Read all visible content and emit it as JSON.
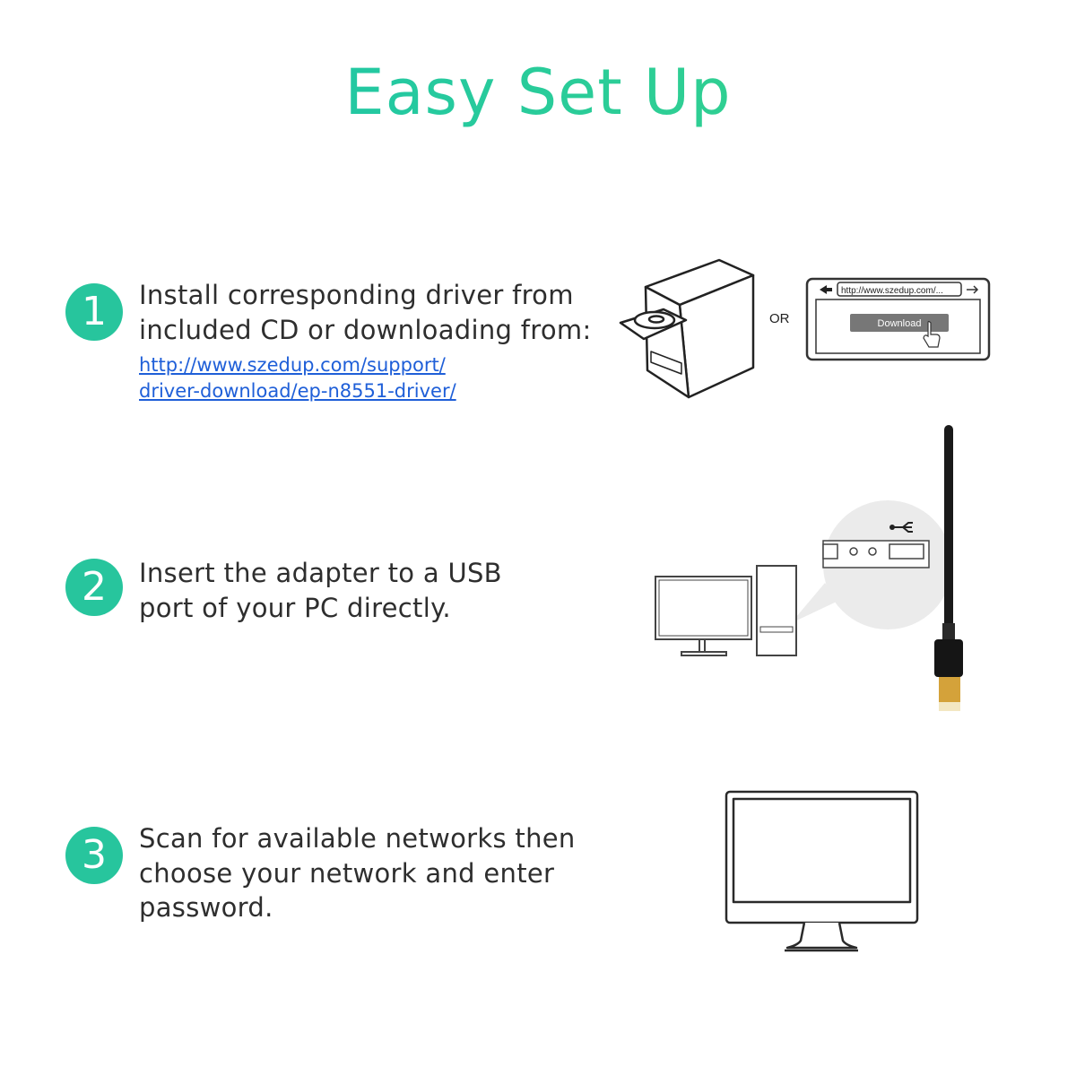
{
  "title": "Easy Set Up",
  "accent_color": "#27c59d",
  "link_color": "#1f5fd8",
  "steps": [
    {
      "number": "1",
      "lines": [
        "Install corresponding driver from",
        "included CD or downloading from:"
      ],
      "link_lines": [
        "http://www.szedup.com/support/",
        "driver-download/ep-n8551-driver/"
      ]
    },
    {
      "number": "2",
      "lines": [
        "Insert the adapter to a USB",
        "port of your PC directly."
      ]
    },
    {
      "number": "3",
      "lines": [
        "Scan for available networks then",
        "choose your network and enter",
        "password."
      ]
    }
  ],
  "illustration1": {
    "or_label": "OR",
    "browser_url": "http://www.szedup.com/...",
    "download_button": "Download"
  }
}
